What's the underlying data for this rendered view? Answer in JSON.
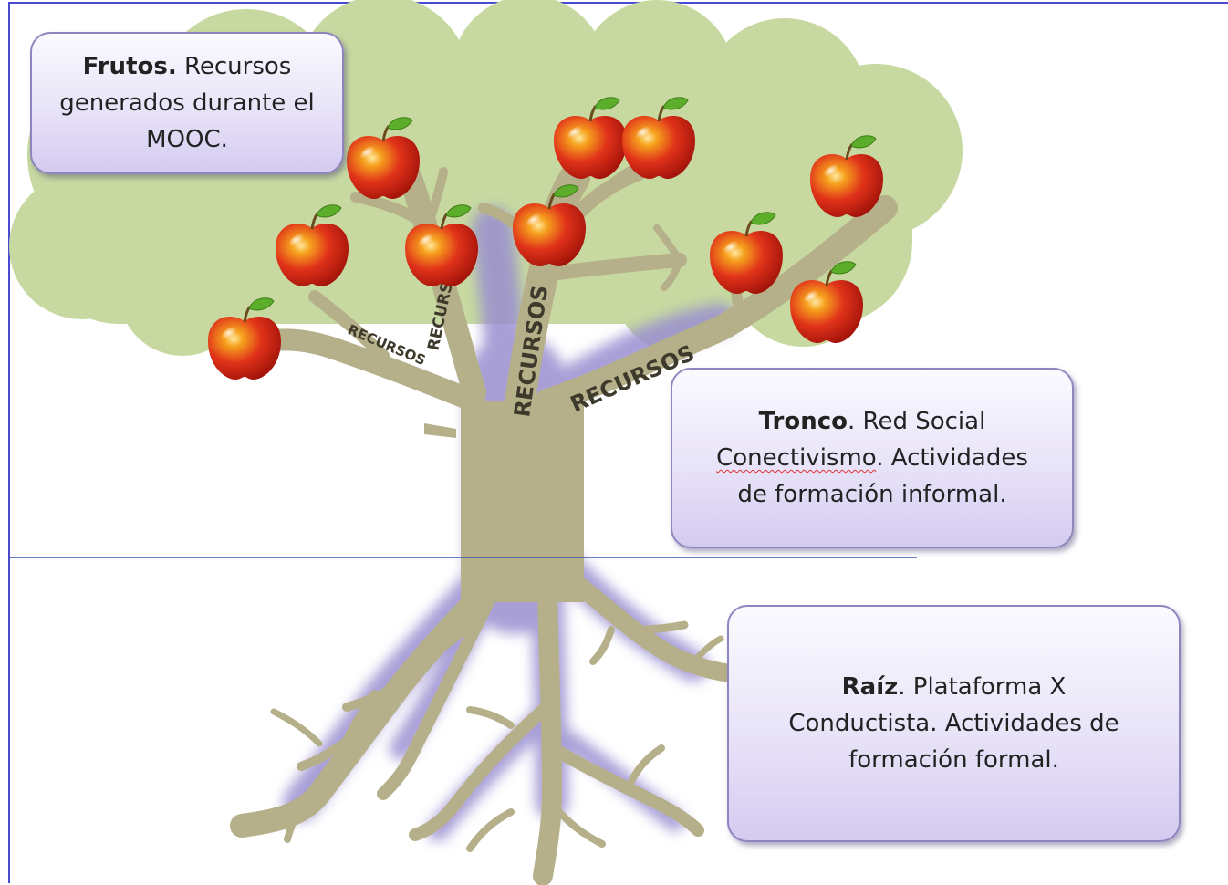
{
  "fruits": {
    "title": "Frutos.",
    "lines": [
      " Recursos",
      "generados durante el",
      "MOOC."
    ]
  },
  "trunk": {
    "title": "Tronco",
    "line1_rest": ". Red Social",
    "line2_squiggle": "Conectivismo",
    "line2_rest": ". Actividades",
    "line3": "de formación informal."
  },
  "root": {
    "title": "Raíz",
    "line1_rest": ". Plataforma X",
    "line2": "Conductista. Actividades de",
    "line3": "formación formal."
  },
  "branch_labels": {
    "left_lower": "RECURSOS",
    "left_upper": "RECURSOS",
    "center": "RECURSOS",
    "right": "RECURSOS"
  },
  "colors": {
    "canopy": "#c7d9a0",
    "wood": "#b5b08a",
    "glow": "#9a8fd0",
    "apple": "#d42a10",
    "leaf": "#5cae2a",
    "box_border": "#8f84bd",
    "rule_line": "#3a55b0"
  }
}
